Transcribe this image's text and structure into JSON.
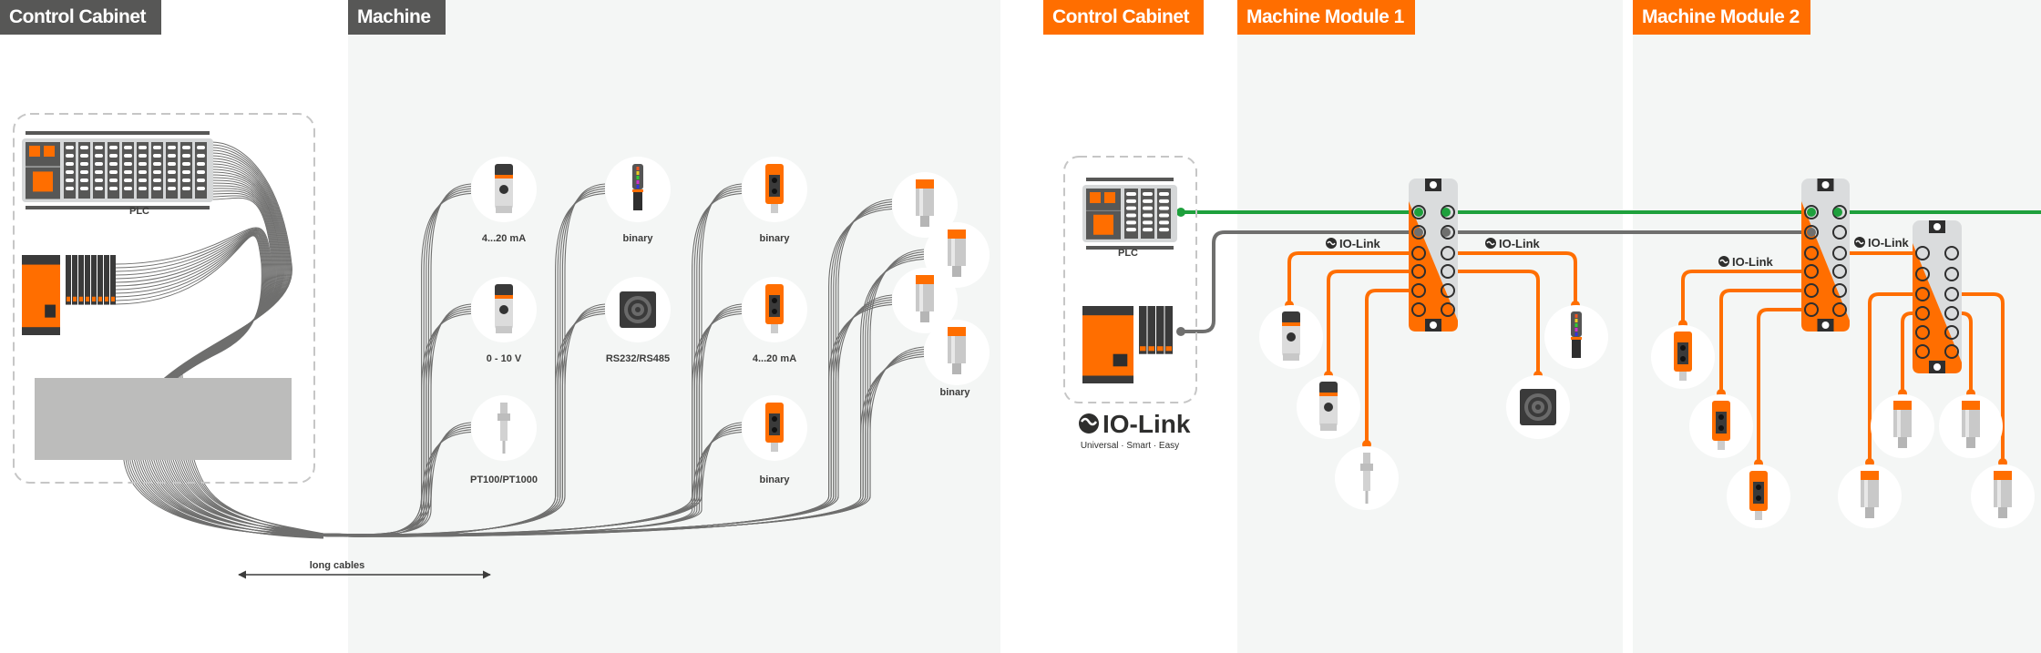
{
  "left_panel": {
    "tag_control_cabinet": "Control Cabinet",
    "tag_machine": "Machine",
    "plc_label": "PLC",
    "long_cables_label": "long cables",
    "sensors": [
      {
        "icon": "pressure-sensor",
        "label": "4...20 mA"
      },
      {
        "icon": "pressure-sensor",
        "label": "0 - 10 V"
      },
      {
        "icon": "temperature-probe",
        "label": "PT100/PT1000"
      },
      {
        "icon": "signal-light",
        "label": "binary"
      },
      {
        "icon": "rfid-reader",
        "label": "RS232/RS485"
      },
      {
        "icon": "photoelectric-sensor",
        "label": "binary"
      },
      {
        "icon": "photoelectric-sensor",
        "label": "4...20 mA"
      },
      {
        "icon": "photoelectric-sensor",
        "label": "binary"
      },
      {
        "icon": "inductive-sensor",
        "label": ""
      },
      {
        "icon": "inductive-sensor",
        "label": ""
      },
      {
        "icon": "inductive-sensor",
        "label": ""
      },
      {
        "icon": "inductive-sensor",
        "label": "binary"
      }
    ]
  },
  "right_panel": {
    "tag_control_cabinet": "Control Cabinet",
    "tag_module_1": "Machine Module 1",
    "tag_module_2": "Machine Module 2",
    "plc_label": "PLC",
    "iolink_logo_text": "IO-Link",
    "iolink_tagline": "Universal · Smart · Easy",
    "iolink_label": "IO-Link",
    "module1_sensors": [
      "pressure-sensor",
      "pressure-sensor",
      "temperature-probe",
      "signal-light",
      "rfid-reader"
    ],
    "module2_sensors": [
      "photoelectric-sensor",
      "photoelectric-sensor",
      "photoelectric-sensor",
      "inductive-sensor",
      "inductive-sensor",
      "inductive-sensor",
      "inductive-sensor"
    ]
  },
  "colors": {
    "orange": "#ff6e00",
    "dark_tag": "#575756",
    "fieldbus_green": "#1ea03c",
    "power_gray": "#6f6f6e",
    "background_gray": "#f4f6f5"
  }
}
